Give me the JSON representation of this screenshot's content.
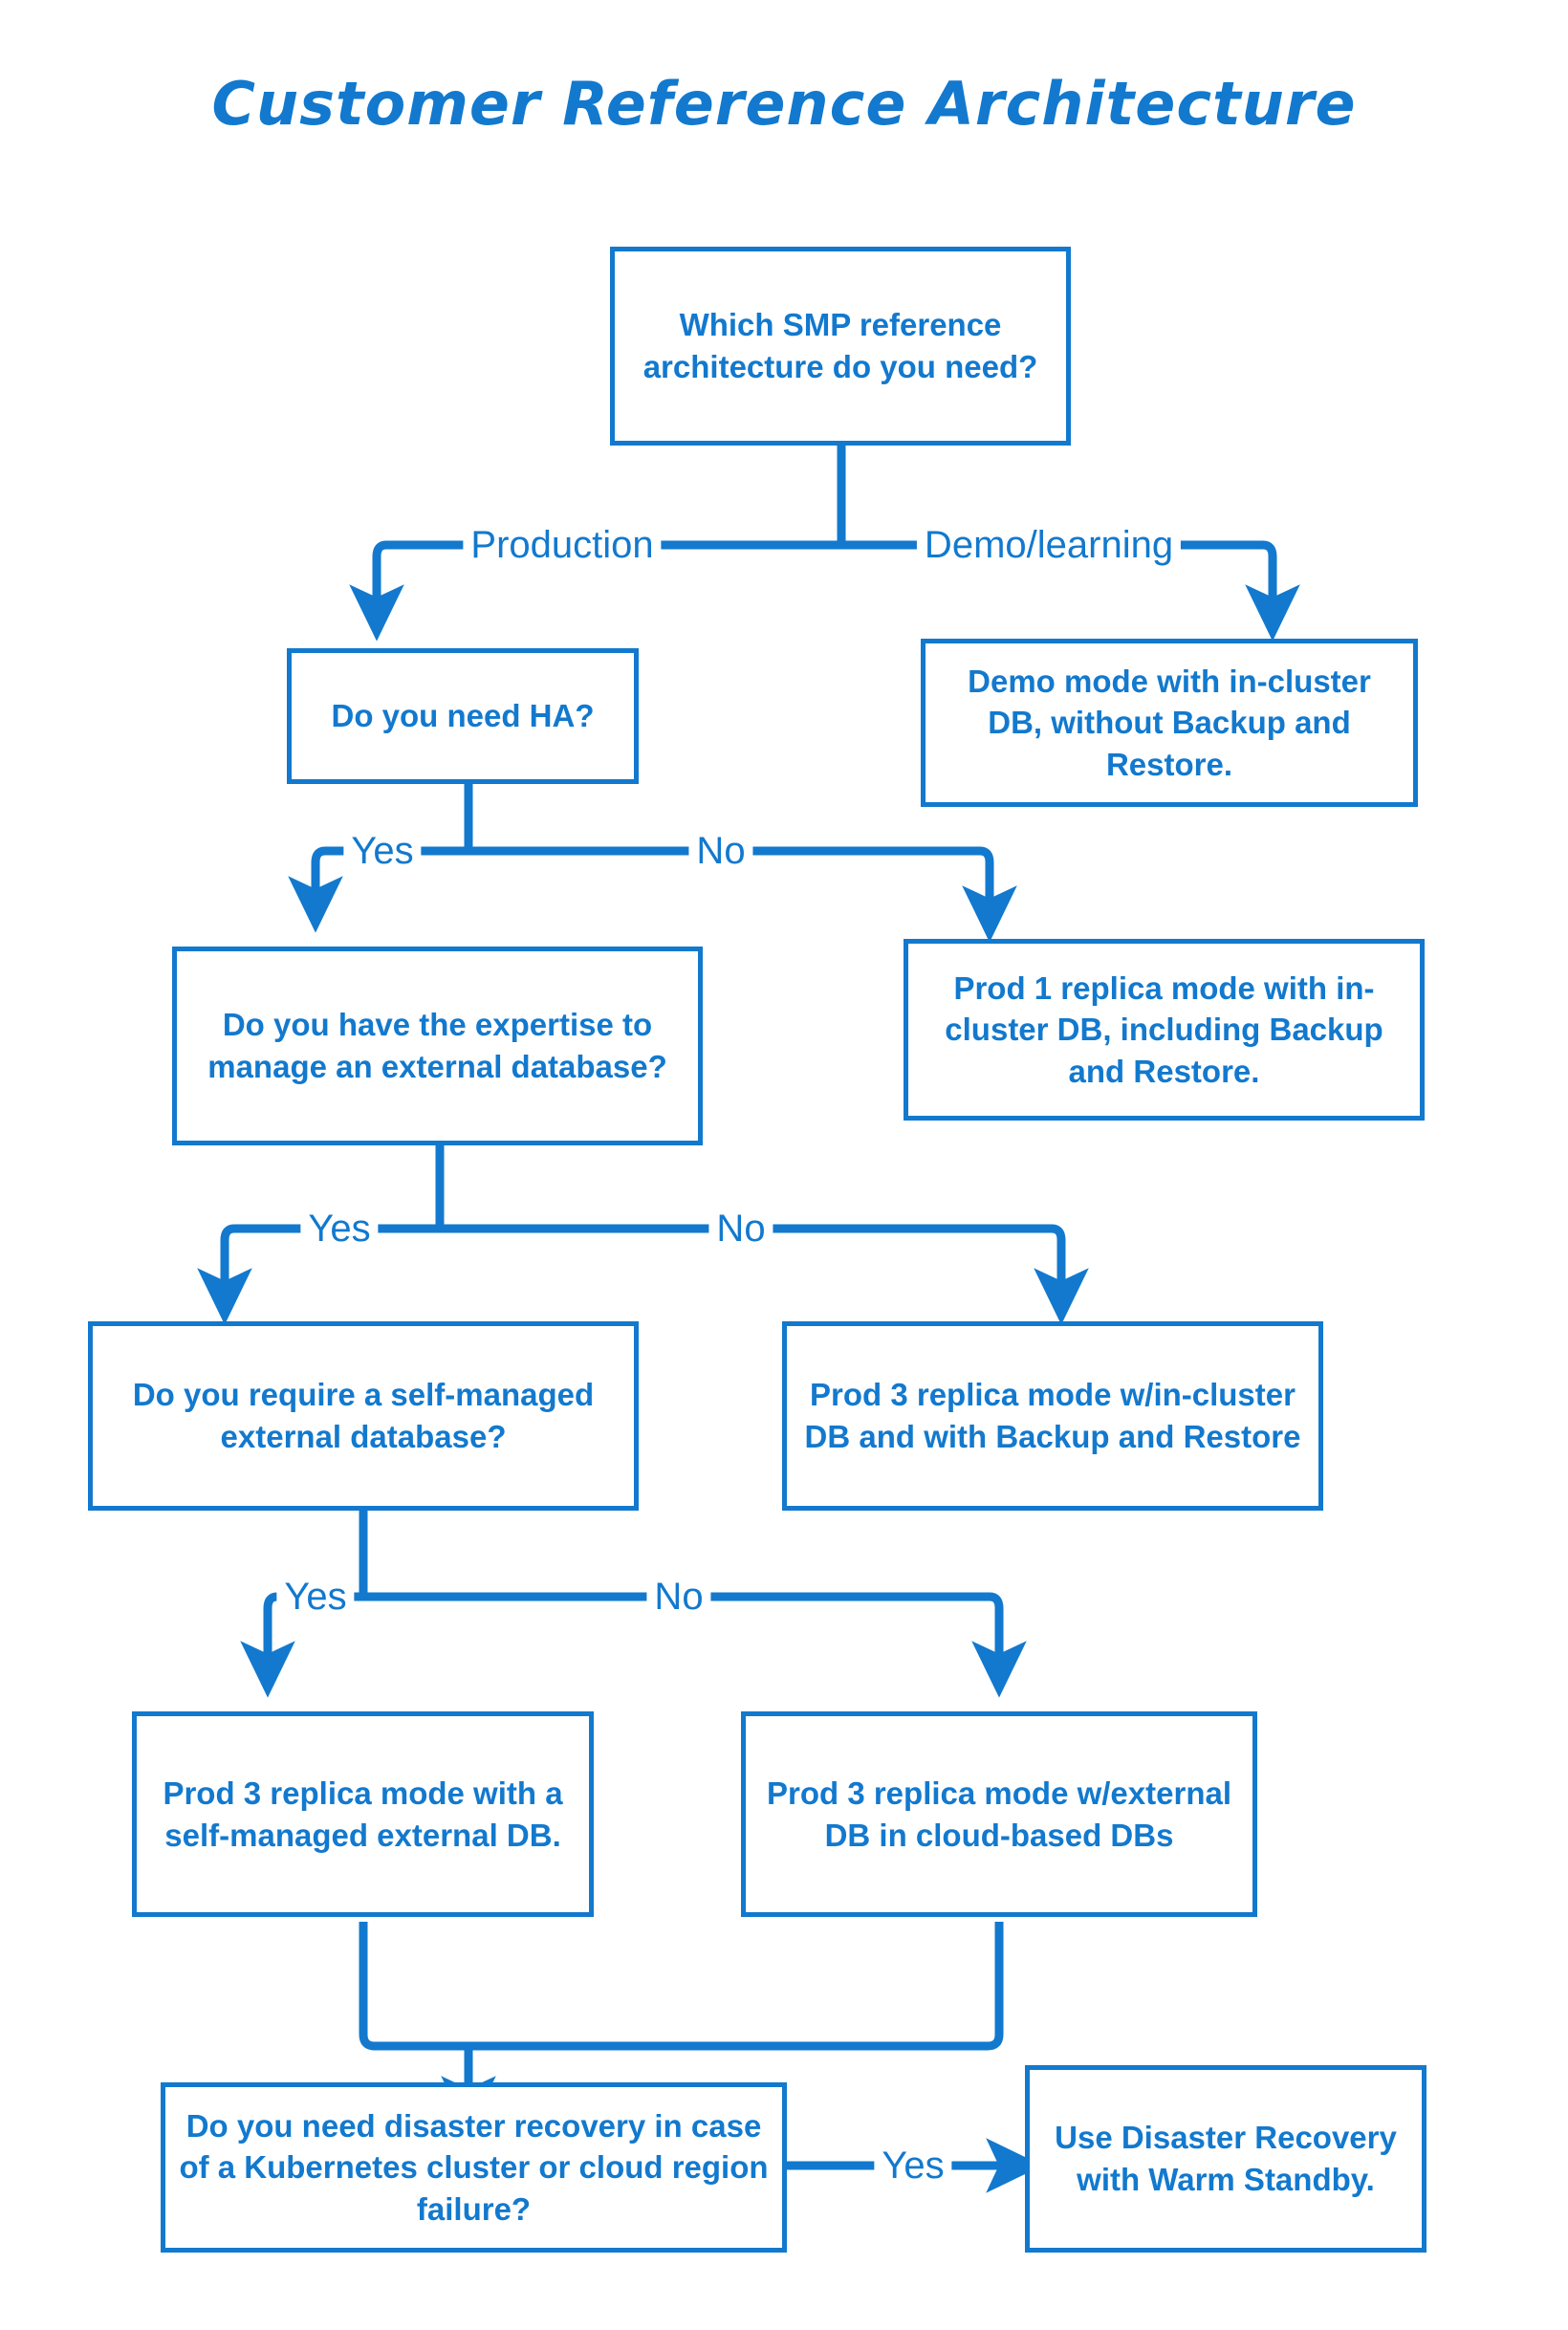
{
  "diagram": {
    "title": "Customer Reference Architecture",
    "accent_color": "#1279ce",
    "background_color": "#ffffff",
    "type": "flowchart",
    "nodes": {
      "root_question": "Which SMP reference architecture do you need?",
      "demo_outcome": "Demo mode with in-cluster DB, without Backup and Restore.",
      "ha_question": "Do you need HA?",
      "prod1_outcome": "Prod 1 replica mode with in-cluster DB, including Backup and Restore.",
      "expertise_question": "Do you have the expertise to manage an external database?",
      "prod3_incluster_outcome": "Prod 3 replica mode w/in-cluster DB and with Backup and Restore",
      "selfmanaged_question": "Do you require a self-managed external database?",
      "prod3_selfmanaged_outcome": "Prod 3 replica mode with a self-managed external DB.",
      "prod3_cloud_outcome": "Prod 3 replica mode w/external DB in cloud-based DBs",
      "dr_question": "Do you need disaster recovery in case of a Kubernetes cluster or cloud region failure?",
      "dr_outcome": "Use Disaster Recovery with Warm Standby."
    },
    "edge_labels": {
      "production": "Production",
      "demo_learning": "Demo/learning",
      "ha_yes": "Yes",
      "ha_no": "No",
      "expertise_yes": "Yes",
      "expertise_no": "No",
      "selfmanaged_yes": "Yes",
      "selfmanaged_no": "No",
      "dr_yes": "Yes"
    }
  }
}
